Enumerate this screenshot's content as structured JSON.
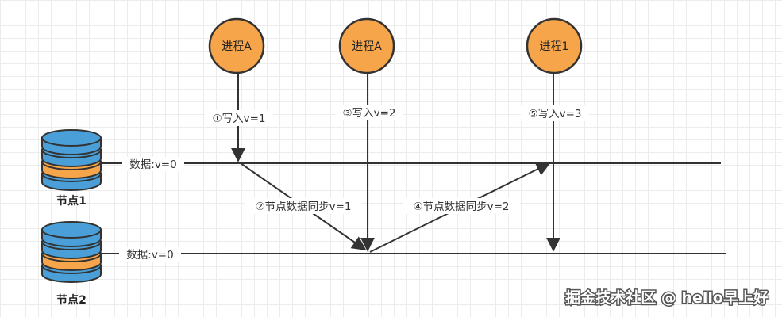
{
  "colors": {
    "process_fill": "#F7A54A",
    "process_stroke": "#333333",
    "db_blue": "#4A9FD8",
    "db_orange": "#F7A54A",
    "line": "#333333"
  },
  "processes": [
    {
      "label": "进程A"
    },
    {
      "label": "进程A"
    },
    {
      "label": "进程1"
    }
  ],
  "nodes": [
    {
      "label": "节点1",
      "data_label": "数据:v=0"
    },
    {
      "label": "节点2",
      "data_label": "数据:v=0"
    }
  ],
  "steps": [
    {
      "label": "①写入v=1"
    },
    {
      "label": "②节点数据同步v=1"
    },
    {
      "label": "③写入v=2"
    },
    {
      "label": "④节点数据同步v=2"
    },
    {
      "label": "⑤写入v=3"
    }
  ],
  "watermark": "掘金技术社区 @ hello早上好"
}
